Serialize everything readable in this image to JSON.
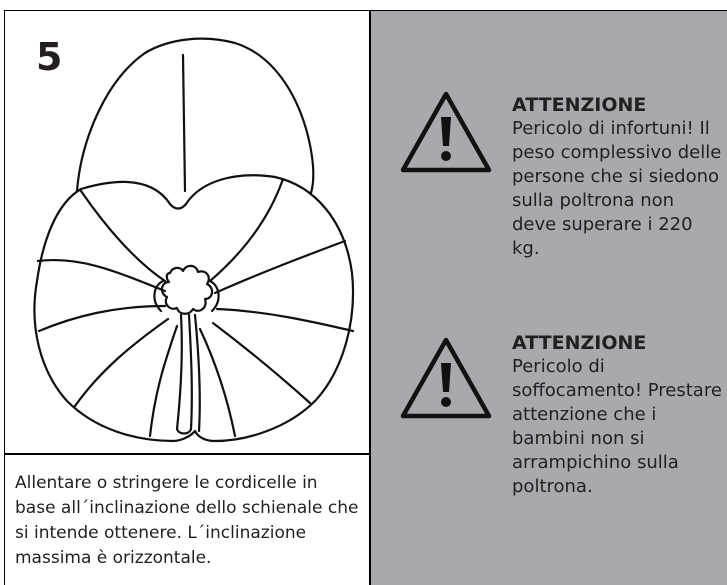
{
  "figure": {
    "step_number": "5",
    "caption": "Allentare o stringere le cordicelle in base all´inclinazione dello schienale che si intende ottenere. L´inclinazione massima è orizzontale."
  },
  "warnings": [
    {
      "icon": "warning-triangle-icon",
      "title": "ATTENZIONE",
      "body": "Pericolo di infortuni! Il peso complessivo delle persone che si siedono sulla poltrona non deve superare i 220 kg."
    },
    {
      "icon": "warning-triangle-icon",
      "title": "ATTENZIONE",
      "body": "Pericolo di soffocamento! Prestare attenzione che i bambini non si arrampichino sulla poltrona."
    }
  ],
  "colors": {
    "warning_panel_bg": "#a7a9ac",
    "text": "#231f20"
  }
}
